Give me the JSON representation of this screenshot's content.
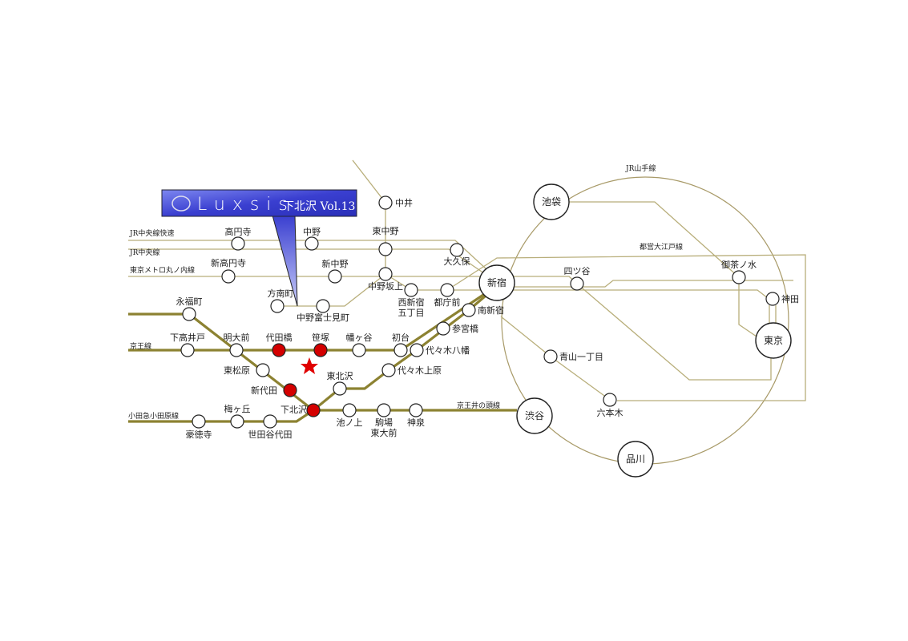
{
  "logo": {
    "brand": "Luxsis",
    "subtitle": "下北沢 Vol.13"
  },
  "colors": {
    "line_thick": "#8c8232",
    "line_thin": "#b8ae7a",
    "nearest_station": "#d40000",
    "star": "#e00000",
    "logo_bg": "#3a3fd0"
  },
  "lines": [
    "JR中央線快速",
    "JR中央線",
    "東京メトロ丸ノ内線",
    "京王線",
    "小田急小田原線",
    "京王井の頭線",
    "JR山手線",
    "都営大江戸線"
  ],
  "stations": [
    "池袋",
    "新宿",
    "渋谷",
    "品川",
    "東京",
    "中井",
    "高円寺",
    "中野",
    "東中野",
    "大久保",
    "新高円寺",
    "新中野",
    "中野坂上",
    "西新宿\n五丁目",
    "都庁前",
    "方南町",
    "中野富士見町",
    "南新宿",
    "参宮橋",
    "初台",
    "代々木八幡",
    "代々木上原",
    "東北沢",
    "永福町",
    "下高井戸",
    "明大前",
    "代田橋",
    "笹塚",
    "幡ヶ谷",
    "東松原",
    "新代田",
    "下北沢",
    "池ノ上",
    "駒場\n東大前",
    "神泉",
    "梅ヶ丘",
    "豪徳寺",
    "世田谷代田",
    "四ツ谷",
    "御茶ノ水",
    "神田",
    "青山一丁目",
    "六本木"
  ],
  "nearest_stations": [
    "代田橋",
    "笹塚",
    "新代田",
    "下北沢"
  ],
  "property_marker": "star-icon"
}
